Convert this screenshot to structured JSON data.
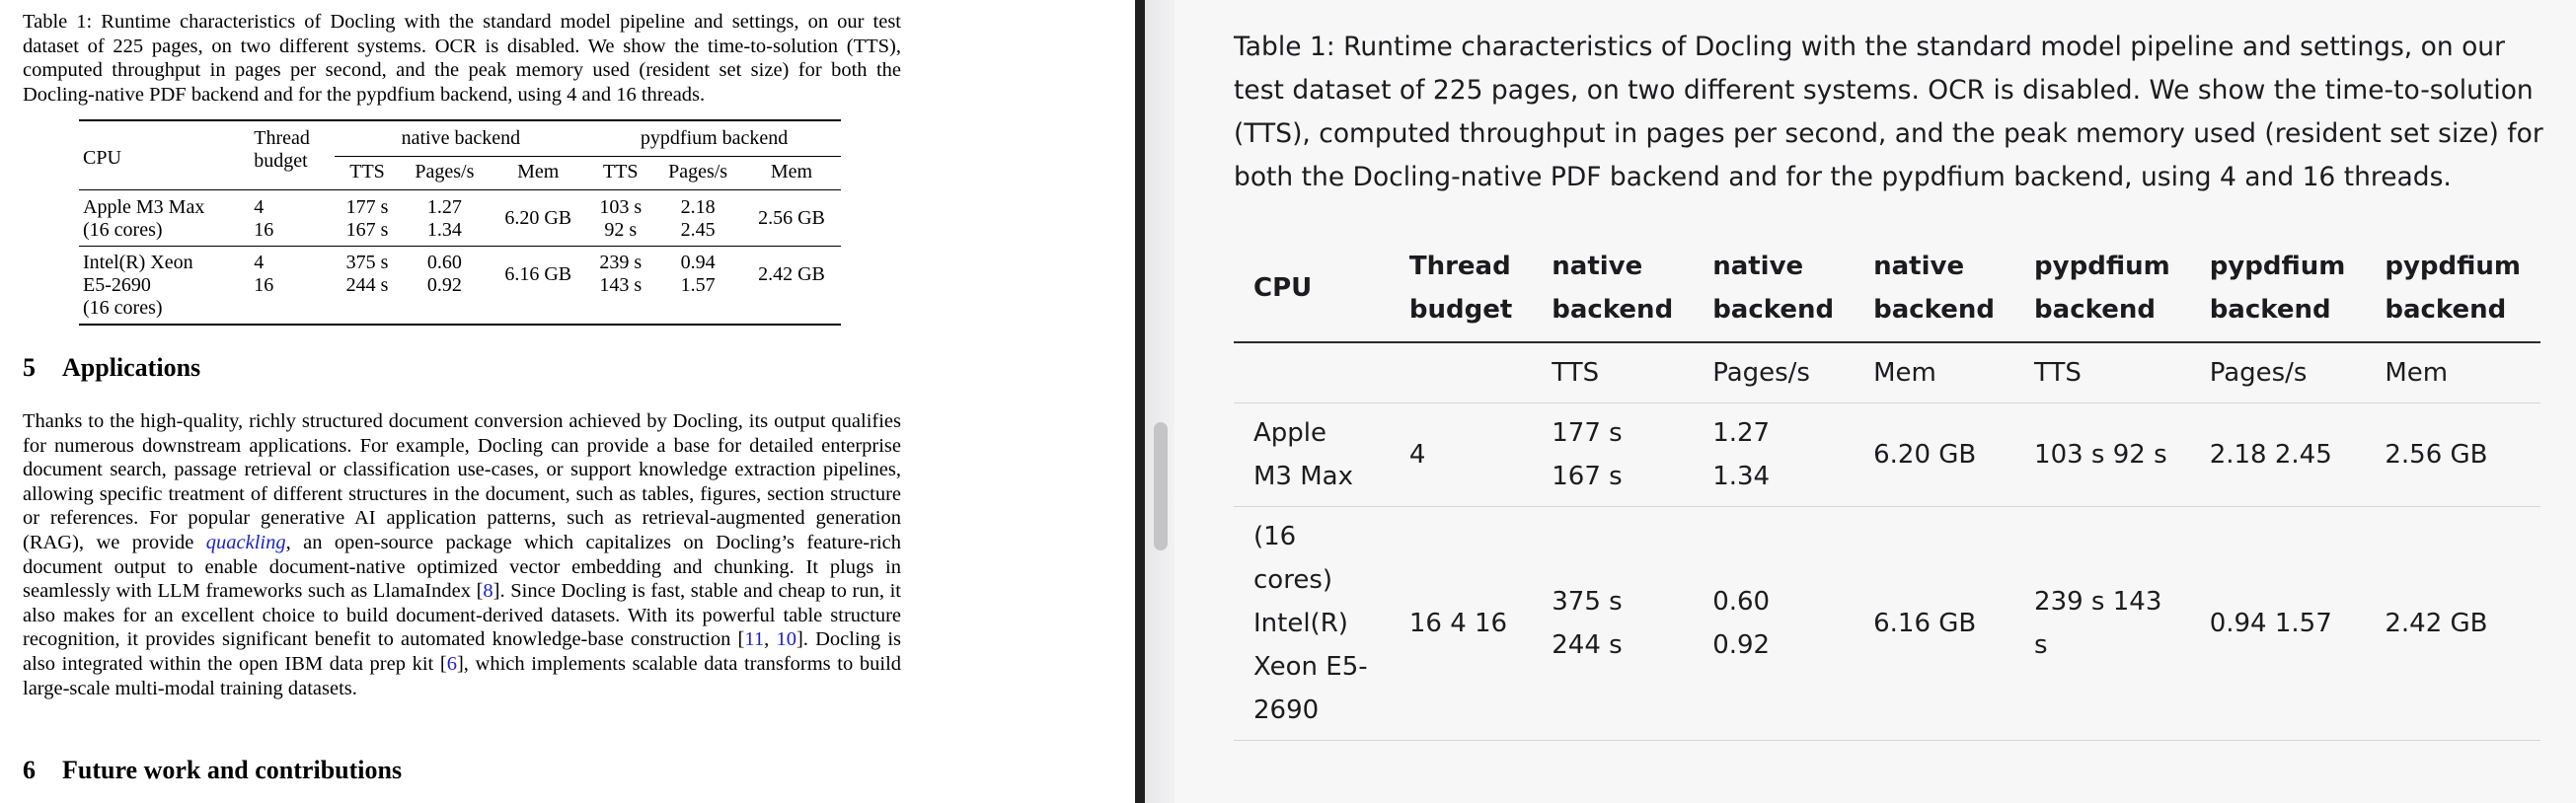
{
  "pdf": {
    "caption": "Table 1: Runtime characteristics of Docling with the standard model pipeline and settings, on our test dataset of 225 pages, on two different systems. OCR is disabled. We show the time-to-solution (TTS), computed throughput in pages per second, and the peak memory used (resident set size) for both the Docling-native PDF backend and for the pypdfium backend, using 4 and 16 threads.",
    "table": {
      "col_cpu": "CPU",
      "col_thread_1": "Thread",
      "col_thread_2": "budget",
      "group_native": "native backend",
      "group_pypdfium": "pypdfium backend",
      "sub_tts": "TTS",
      "sub_pages": "Pages/s",
      "sub_mem": "Mem",
      "rows": [
        {
          "cpu_1": "Apple M3 Max",
          "cpu_2": "(16 cores)",
          "cpu_3": "",
          "thread_1": "4",
          "thread_2": "16",
          "n_tts_1": "177 s",
          "n_tts_2": "167 s",
          "n_pages_1": "1.27",
          "n_pages_2": "1.34",
          "n_mem": "6.20 GB",
          "p_tts_1": "103 s",
          "p_tts_2": "92 s",
          "p_pages_1": "2.18",
          "p_pages_2": "2.45",
          "p_mem": "2.56 GB"
        },
        {
          "cpu_1": "Intel(R) Xeon",
          "cpu_2": "E5-2690",
          "cpu_3": "(16 cores)",
          "thread_1": "4",
          "thread_2": "16",
          "n_tts_1": "375 s",
          "n_tts_2": "244 s",
          "n_pages_1": "0.60",
          "n_pages_2": "0.92",
          "n_mem": "6.16 GB",
          "p_tts_1": "239 s",
          "p_tts_2": "143 s",
          "p_pages_1": "0.94",
          "p_pages_2": "1.57",
          "p_mem": "2.42 GB"
        }
      ]
    },
    "section5": {
      "number": "5",
      "title": "Applications"
    },
    "para": {
      "t1": "Thanks to the high-quality, richly structured document conversion achieved by Docling, its output qualifies for numerous downstream applications. For example, Docling can provide a base for detailed enterprise document search, passage retrieval or classification use-cases, or support knowledge extraction pipelines, allowing specific treatment of different structures in the document, such as tables, figures, section structure or references. For popular generative AI application patterns, such as retrieval-augmented generation (RAG), we provide ",
      "link": "quackling",
      "t2": ", an open-source package which capitalizes on Docling’s feature-rich document output to enable document-native optimized vector embedding and chunking. It plugs in seamlessly with LLM frameworks such as LlamaIndex [",
      "ref8": "8",
      "t3": "]. Since Docling is fast, stable and cheap to run, it also makes for an excellent choice to build document-derived datasets. With its powerful table structure recognition, it provides significant benefit to automated knowledge-base construction [",
      "ref11": "11",
      "sep": ", ",
      "ref10": "10",
      "t4": "]. Docling is also integrated within the open IBM data prep kit [",
      "ref6": "6",
      "t5": "], which implements scalable data transforms to build large-scale multi-modal training datasets."
    },
    "section6": {
      "number": "6",
      "title": "Future work and contributions"
    }
  },
  "markdown": {
    "caption": "Table 1: Runtime characteristics of Docling with the standard model pipeline and settings, on our test dataset of 225 pages, on two different systems. OCR is disabled. We show the time-to-solution (TTS), computed throughput in pages per second, and the peak memory used (resident set size) for both the Docling-native PDF backend and for the pypdfium backend, using 4 and 16 threads.",
    "headers": [
      "CPU",
      "Thread budget",
      "native backend",
      "native backend",
      "native backend",
      "pypdfium backend",
      "pypdfium backend",
      "pypdfium backend"
    ],
    "subheader": [
      "",
      "",
      "TTS",
      "Pages/s",
      "Mem",
      "TTS",
      "Pages/s",
      "Mem"
    ],
    "rows": [
      [
        "Apple M3 Max",
        "4",
        "177 s 167 s",
        "1.27 1.34",
        "6.20 GB",
        "103 s 92 s",
        "2.18 2.45",
        "2.56 GB"
      ],
      [
        "(16 cores) Intel(R) Xeon E5-2690",
        "16 4 16",
        "375 s 244 s",
        "0.60 0.92",
        "6.16 GB",
        "239 s 143 s",
        "0.94 1.57",
        "2.42 GB"
      ]
    ]
  }
}
